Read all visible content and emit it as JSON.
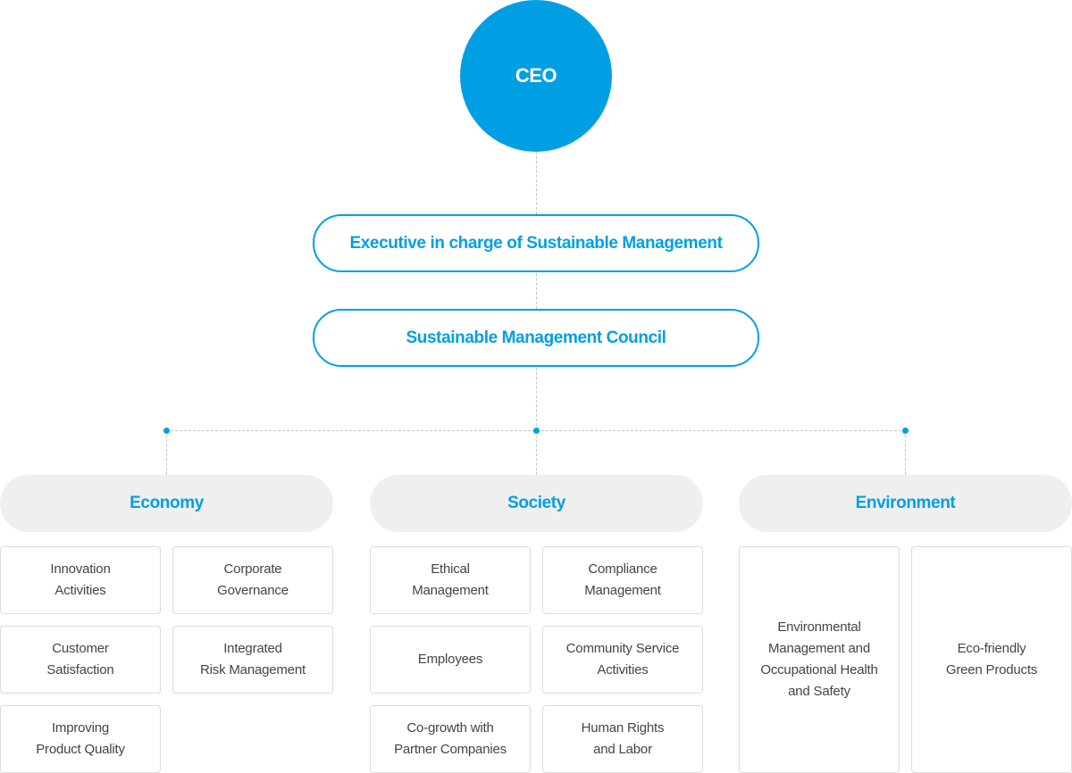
{
  "ceo": {
    "label": "CEO"
  },
  "executive": {
    "label": "Executive in charge of Sustainable Management"
  },
  "council": {
    "label": "Sustainable Management Council"
  },
  "categories": {
    "economy": {
      "label": "Economy",
      "items": [
        "Innovation\nActivities",
        "Corporate\nGovernance",
        "Customer\nSatisfaction",
        "Integrated\nRisk Management",
        "Improving\nProduct Quality"
      ]
    },
    "society": {
      "label": "Society",
      "items": [
        "Ethical\nManagement",
        "Compliance\nManagement",
        "Employees",
        "Community Service\nActivities",
        "Co-growth with\nPartner Companies",
        "Human Rights\nand Labor"
      ]
    },
    "environment": {
      "label": "Environment",
      "items": [
        "Environmental\nManagement and\nOccupational Health\nand Safety",
        "Eco-friendly\nGreen Products"
      ]
    }
  },
  "colors": {
    "accent": "#009fe3",
    "pill_bg": "#efefef",
    "border": "#dcdcdc"
  }
}
